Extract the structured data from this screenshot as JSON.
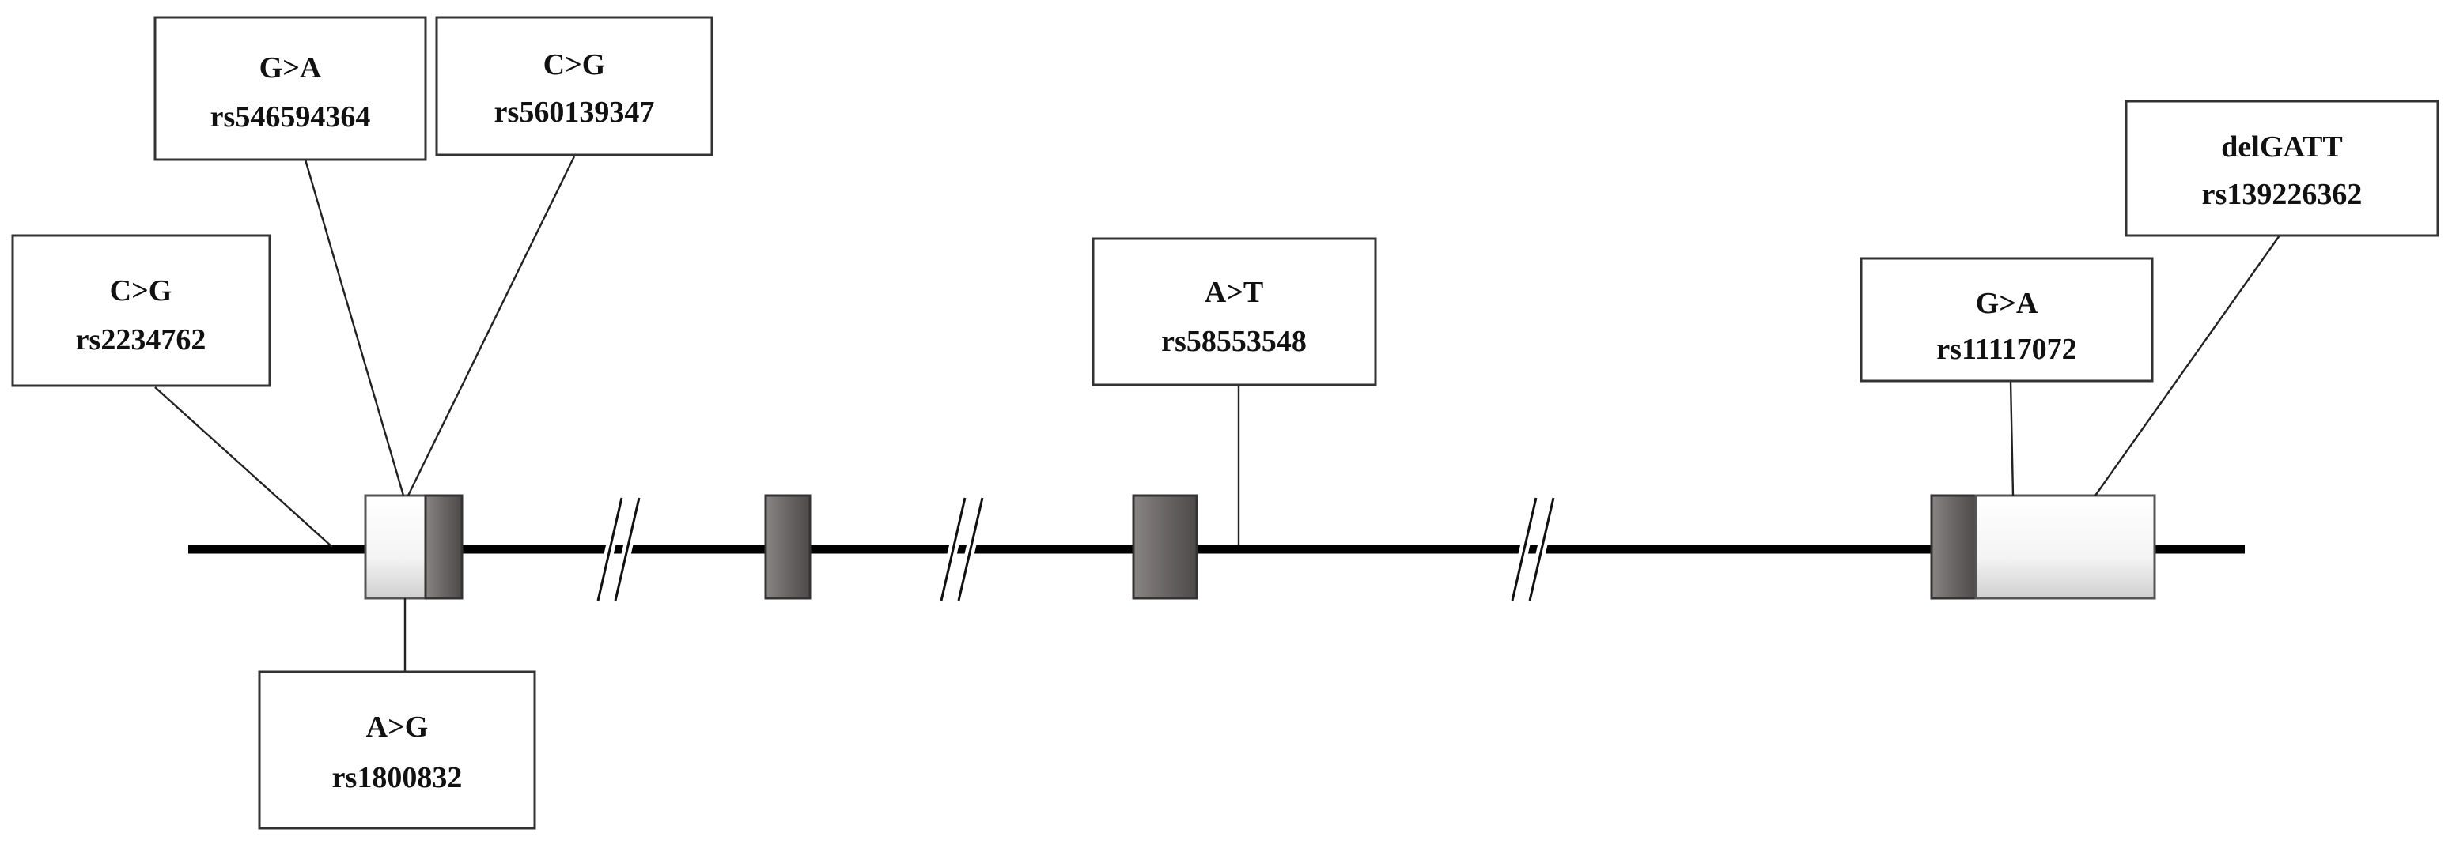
{
  "diagram": {
    "variants": [
      {
        "change": "C>G",
        "rsid": "rs2234762"
      },
      {
        "change": "G>A",
        "rsid": "rs546594364"
      },
      {
        "change": "C>G",
        "rsid": "rs560139347"
      },
      {
        "change": "A>G",
        "rsid": "rs1800832"
      },
      {
        "change": "A>T",
        "rsid": "rs58553548"
      },
      {
        "change": "G>A",
        "rsid": "rs11117072"
      },
      {
        "change": "delGATT",
        "rsid": "rs139226362"
      }
    ],
    "colors": {
      "backbone": "#000000",
      "coding_exon": "#6f6a6a",
      "utr": "#f2f2f2",
      "callout_border": "#333333"
    }
  }
}
